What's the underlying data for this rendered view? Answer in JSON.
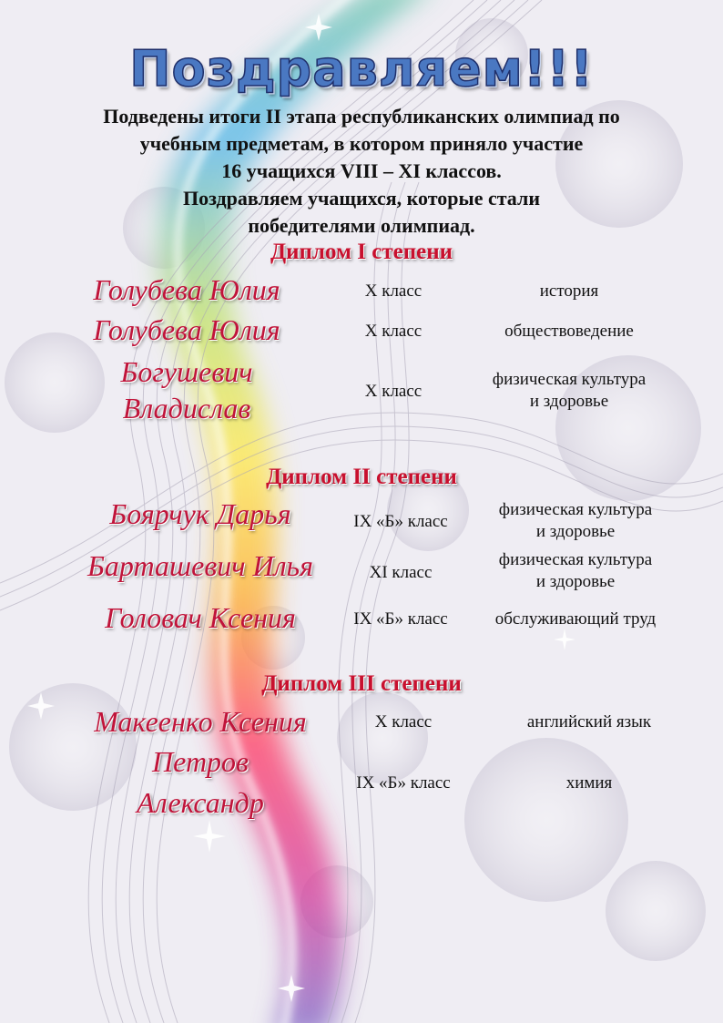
{
  "title": "Поздравляем!!!",
  "intro": [
    "Подведены итоги II этапа республиканских олимпиад по",
    "учебным предметам, в котором приняло участие",
    "16 учащихся VIII – XI классов.",
    "Поздравляем учащихся, которые стали",
    "победителями олимпиад."
  ],
  "sections": {
    "first": {
      "heading": "Диплом I степени",
      "rows": [
        {
          "name": [
            "Голубева Юлия"
          ],
          "class": "X класс",
          "subject": [
            "история"
          ]
        },
        {
          "name": [
            "Голубева Юлия"
          ],
          "class": "X класс",
          "subject": [
            "обществоведение"
          ]
        },
        {
          "name": [
            "Богушевич",
            "Владислав"
          ],
          "class": "X класс",
          "subject": [
            "физическая культура",
            "и здоровье"
          ]
        }
      ]
    },
    "second": {
      "heading": "Диплом II степени",
      "rows": [
        {
          "name": [
            "Боярчук Дарья"
          ],
          "class": "IX «Б» класс",
          "subject": [
            "физическая культура",
            "и здоровье"
          ]
        },
        {
          "name": [
            "Барташевич Илья"
          ],
          "class": "XI класс",
          "subject": [
            "физическая культура",
            "и здоровье"
          ]
        },
        {
          "name": [
            "Головач Ксения"
          ],
          "class": "IX «Б» класс",
          "subject": [
            "обслуживающий труд"
          ]
        }
      ]
    },
    "third": {
      "heading": "Диплом III степени",
      "rows": [
        {
          "name": [
            "Макеенко Ксения"
          ],
          "class": "X класс",
          "subject": [
            "английский язык"
          ]
        },
        {
          "name": [
            "Петров",
            "Александр"
          ],
          "class": "IX «Б» класс",
          "subject": [
            "химия"
          ]
        }
      ]
    }
  },
  "colors": {
    "title_fill": "#4a78c2",
    "title_outline": "#1f2f6a",
    "name_color": "#c0143a",
    "heading_color": "#c8102e"
  }
}
